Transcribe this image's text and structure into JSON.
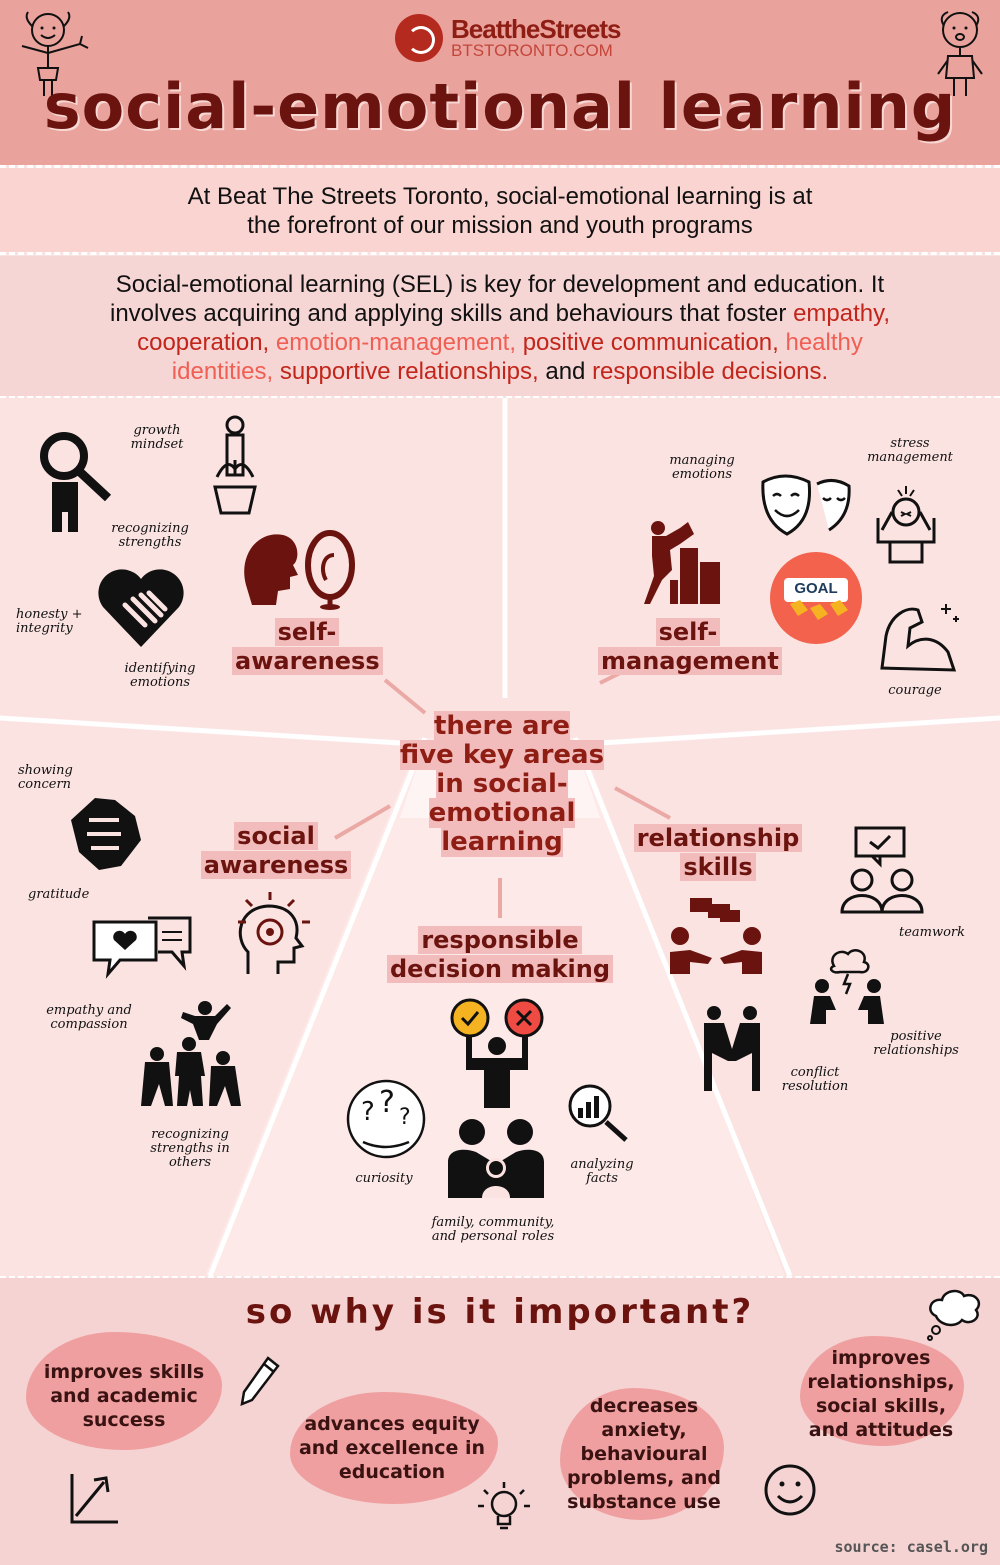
{
  "brand": {
    "name": "BeattheStreets",
    "url": "BTSTORONTO.COM"
  },
  "title": "social-emotional learning",
  "intro": {
    "line1": "At Beat The Streets Toronto, social-emotional learning is at",
    "line2": "the forefront of our mission and youth programs"
  },
  "sel": {
    "line1": "Social-emotional learning (SEL) is key for development and education. It",
    "line2_start": "involves acquiring and applying skills and behaviours that foster ",
    "empathy": "empathy,",
    "cooperation": "cooperation,",
    "emotion_management": "emotion-management,",
    "positive_communication": "positive communication,",
    "healthy": "healthy",
    "identities": "identities,",
    "supportive": "supportive relationships,",
    "and": "and",
    "responsible": "responsible decisions."
  },
  "center": {
    "line1": "there are",
    "line2": "five key areas",
    "line3": "in social-",
    "line4": "emotional",
    "line5": "learning"
  },
  "areas": {
    "self_awareness": {
      "l1": "self-",
      "l2": "awareness"
    },
    "self_management": {
      "l1": "self-",
      "l2": "management"
    },
    "social_awareness": {
      "l1": "social",
      "l2": "awareness"
    },
    "relationship_skills": {
      "l1": "relationship",
      "l2": "skills"
    },
    "responsible_decision": {
      "l1": "responsible",
      "l2": "decision making"
    }
  },
  "labels": {
    "growth_mindset": [
      "growth",
      "mindset"
    ],
    "recognizing_strengths": [
      "recognizing",
      "strengths"
    ],
    "honesty": [
      "honesty +",
      "integrity"
    ],
    "identifying_emotions": [
      "identifying",
      "emotions"
    ],
    "managing_emotions": [
      "managing",
      "emotions"
    ],
    "stress_management": [
      "stress",
      "management"
    ],
    "goal": "GOAL",
    "courage": "courage",
    "showing_concern": [
      "showing",
      "concern"
    ],
    "gratitude": "gratitude",
    "empathy_compassion": [
      "empathy and",
      "compassion"
    ],
    "recognizing_others": [
      "recognizing",
      "strengths in",
      "others"
    ],
    "teamwork": "teamwork",
    "positive_relationships": [
      "positive",
      "relationships"
    ],
    "conflict_resolution": [
      "conflict",
      "resolution"
    ],
    "curiosity": "curiosity",
    "analyzing_facts": [
      "analyzing",
      "facts"
    ],
    "family_roles": [
      "family, community,",
      "and personal roles"
    ]
  },
  "why": "so why is it important?",
  "benefits": {
    "b1": [
      "improves skills",
      "and academic",
      "success"
    ],
    "b2": [
      "advances equity",
      "and excellence in",
      "education"
    ],
    "b3": [
      "decreases",
      "anxiety,",
      "behavioural",
      "problems, and",
      "substance use"
    ],
    "b4": [
      "improves",
      "relationships,",
      "social skills,",
      "and attitudes"
    ]
  },
  "source": "source: casel.org",
  "colors": {
    "header": "#e9a29c",
    "title": "#6b140f",
    "accent_red": "#c2261b",
    "accent_pink": "#ef5f53",
    "highlight": "#f3bcbc",
    "blob": "#ef9f9f"
  }
}
